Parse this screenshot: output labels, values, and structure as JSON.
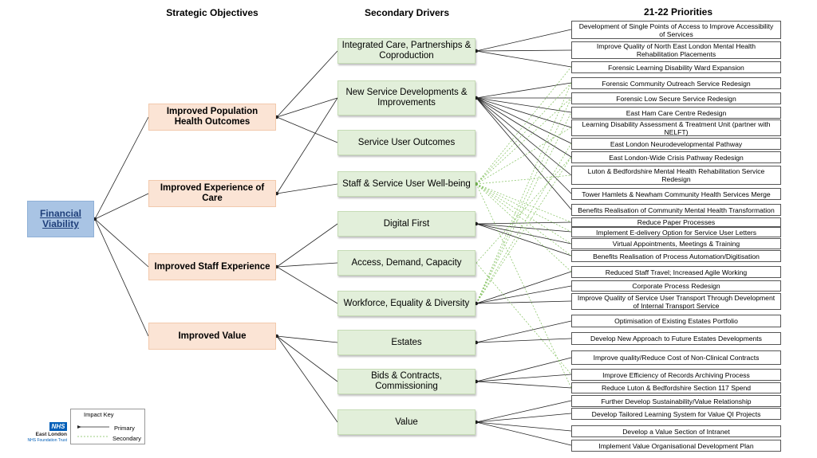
{
  "headers": {
    "objectives": "Strategic Objectives",
    "drivers": "Secondary Drivers",
    "priorities": "21-22 Priorities"
  },
  "root": "Financial Viability",
  "objectives": [
    "Improved Population Health Outcomes",
    "Improved Experience of Care",
    "Improved Staff Experience",
    "Improved Value"
  ],
  "drivers": [
    "Integrated Care, Partnerships & Coproduction",
    "New Service Developments & Improvements",
    "Service User Outcomes",
    "Staff & Service User Well-being",
    "Digital First",
    "Access, Demand, Capacity",
    "Workforce, Equality & Diversity",
    "Estates",
    "Bids & Contracts, Commissioning",
    "Value"
  ],
  "priorities": [
    "Development of Single Points of Access to Improve Accessibility of Services",
    "Improve Quality of North East London Mental Health Rehabilitation Placements",
    "Forensic Learning Disability Ward Expansion",
    "Forensic Community Outreach Service Redesign",
    "Forensic Low Secure Service Redesign",
    "East Ham Care Centre Redesign",
    "Learning Disability Assessment & Treatment Unit (partner with NELFT)",
    "East London Neurodevelopmental Pathway",
    "East London-Wide Crisis Pathway Redesign",
    "Luton & Bedfordshire Mental Health Rehabilitation Service Redesign",
    "Tower Hamlets & Newham Community Health Services Merge",
    "Benefits Realisation of Community Mental Health Transformation",
    "Reduce Paper Processes",
    "Implement E-delivery Option for Service User Letters",
    "Virtual Appointments, Meetings & Training",
    "Benefits Realisation of Process Automation/Digitisation",
    "Reduced Staff Travel; Increased Agile Working",
    "Corporate Process Redesign",
    "Improve Quality of Service User Transport Through Development of Internal Transport Service",
    "Optimisation of Existing Estates Portfolio",
    "Develop New Approach to Future Estates Developments",
    "Improve quality/Reduce Cost of Non-Clinical Contracts",
    "Improve Efficiency of Records Archiving Process",
    "Reduce Luton & Bedfordshire Section 117 Spend",
    "Further Develop Sustainability/Value Relationship",
    "Develop Tailored Learning System for Value QI Projects",
    "Develop a Value Section of Intranet",
    "Implement Value Organisational Development Plan"
  ],
  "impact_key": {
    "title": "Impact Key",
    "primary": "Primary",
    "secondary": "Secondary"
  },
  "logo": {
    "badge": "NHS",
    "org": "East London",
    "trust": "NHS Foundation Trust"
  },
  "colors": {
    "primary_line": "#222222",
    "secondary_line": "#7fbf5a",
    "root_fill": "#a9c4e4",
    "objective_fill": "#fbe4d5",
    "driver_fill": "#e2efda"
  }
}
